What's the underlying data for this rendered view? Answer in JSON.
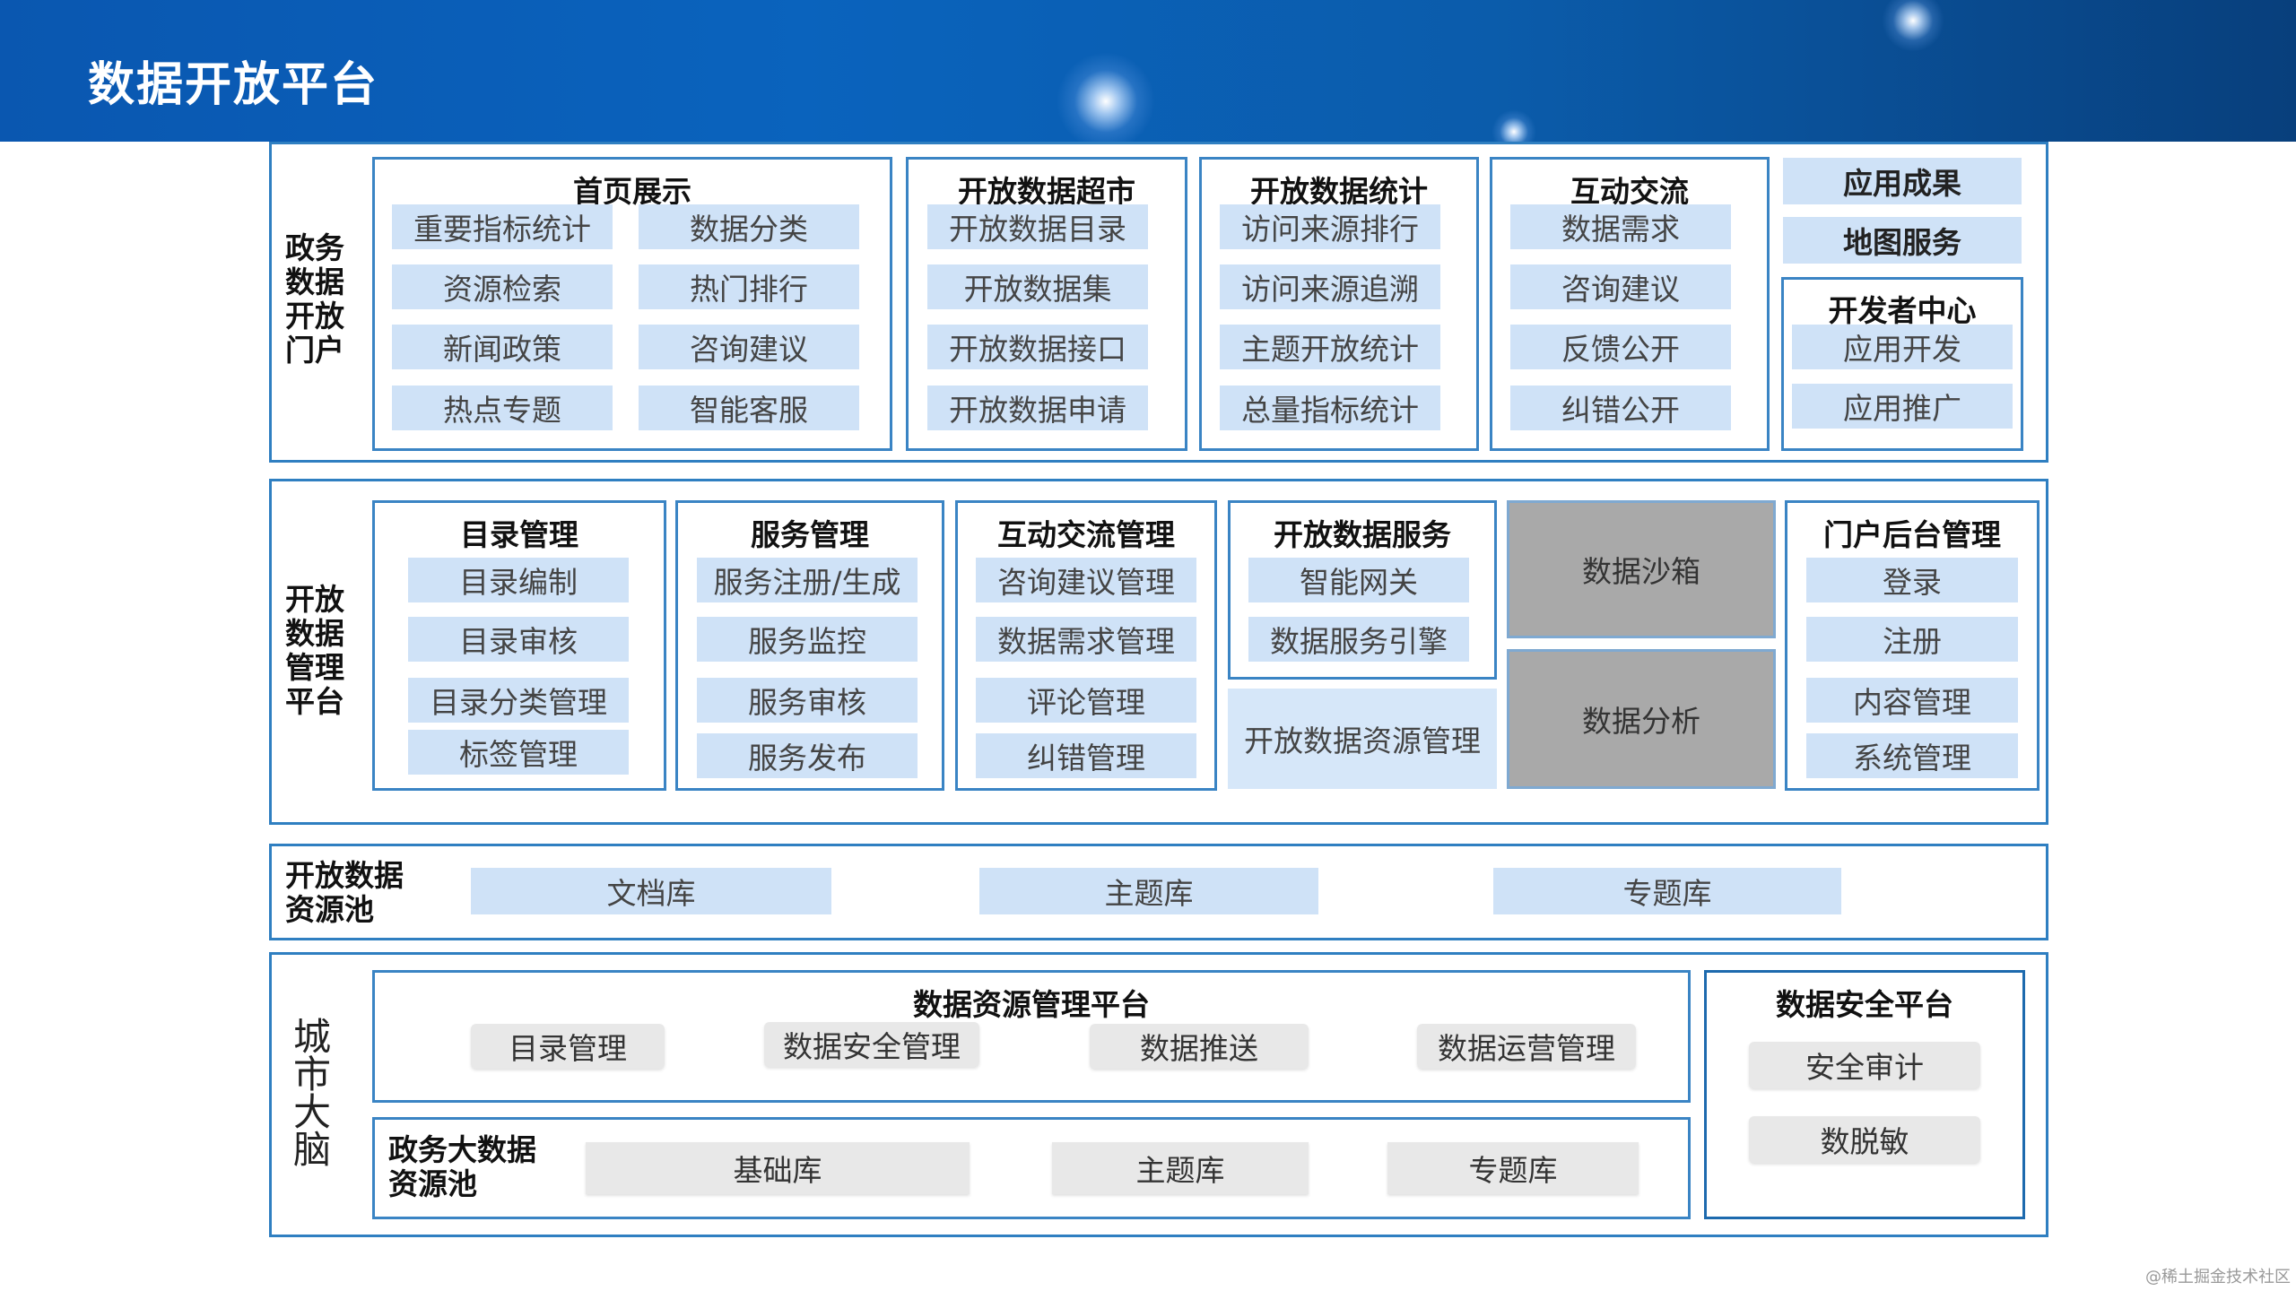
{
  "title": "数据开放平台",
  "portal": {
    "label": [
      "政务",
      "数据",
      "开放",
      "门户"
    ],
    "home": {
      "title": "首页展示",
      "items": [
        "重要指标统计",
        "数据分类",
        "资源检索",
        "热门排行",
        "新闻政策",
        "咨询建议",
        "热点专题",
        "智能客服"
      ]
    },
    "market": {
      "title": "开放数据超市",
      "items": [
        "开放数据目录",
        "开放数据集",
        "开放数据接口",
        "开放数据申请"
      ]
    },
    "stats": {
      "title": "开放数据统计",
      "items": [
        "访问来源排行",
        "访问来源追溯",
        "主题开放统计",
        "总量指标统计"
      ]
    },
    "interact": {
      "title": "互动交流",
      "items": [
        "数据需求",
        "咨询建议",
        "反馈公开",
        "纠错公开"
      ]
    },
    "results": "应用成果",
    "map": "地图服务",
    "dev": {
      "title": "开发者中心",
      "items": [
        "应用开发",
        "应用推广"
      ]
    }
  },
  "mgmt": {
    "label": [
      "开放",
      "数据",
      "管理",
      "平台"
    ],
    "catalog": {
      "title": "目录管理",
      "items": [
        "目录编制",
        "目录审核",
        "目录分类管理",
        "标签管理"
      ]
    },
    "service": {
      "title": "服务管理",
      "items": [
        "服务注册/生成",
        "服务监控",
        "服务审核",
        "服务发布"
      ]
    },
    "interact": {
      "title": "互动交流管理",
      "items": [
        "咨询建议管理",
        "数据需求管理",
        "评论管理",
        "纠错管理"
      ]
    },
    "open_service": {
      "title": "开放数据服务",
      "items": [
        "智能网关",
        "数据服务引擎"
      ]
    },
    "resource_mgmt": "开放数据资源管理",
    "sandbox": "数据沙箱",
    "analysis": "数据分析",
    "backend": {
      "title": "门户后台管理",
      "items": [
        "登录",
        "注册",
        "内容管理",
        "系统管理"
      ]
    }
  },
  "pool": {
    "label": [
      "开放数据",
      "资源池"
    ],
    "items": [
      "文档库",
      "主题库",
      "专题库"
    ]
  },
  "brain": {
    "label": [
      "城",
      "市",
      "大",
      "脑"
    ],
    "resource_platform": {
      "title": "数据资源管理平台",
      "items": [
        "目录管理",
        "数据安全管理",
        "数据推送",
        "数据运营管理"
      ]
    },
    "gov_pool": {
      "label": [
        "政务大数据",
        "资源池"
      ],
      "items": [
        "基础库",
        "主题库",
        "专题库"
      ]
    },
    "security": {
      "title": "数据安全平台",
      "items": [
        "安全审计",
        "数脱敏"
      ]
    }
  },
  "watermark": "@稀土掘金技术社区"
}
